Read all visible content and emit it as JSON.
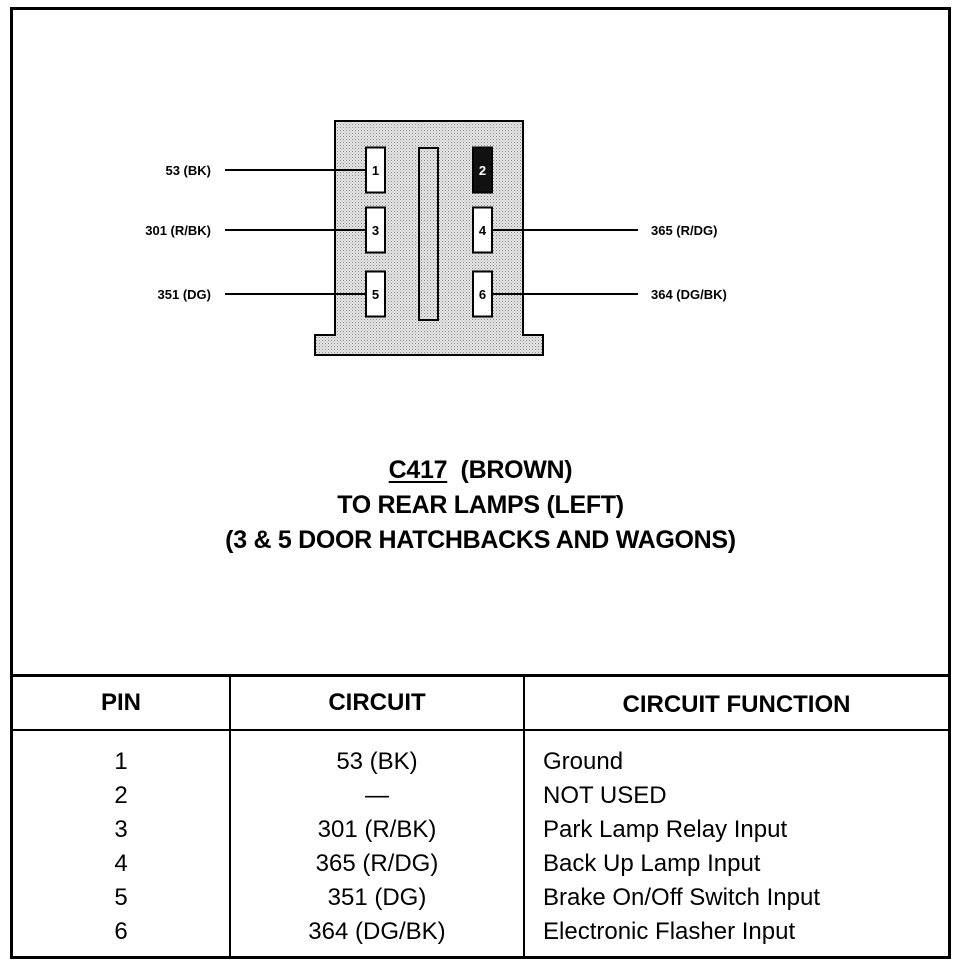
{
  "connector": {
    "id": "C417",
    "color_label": "(BROWN)",
    "destination": "TO REAR LAMPS (LEFT)",
    "application": "(3 & 5 DOOR HATCHBACKS AND WAGONS)",
    "pins": [
      {
        "number": "1",
        "wire_label": "53 (BK)",
        "side": "left",
        "used": true
      },
      {
        "number": "2",
        "wire_label": "",
        "side": "right",
        "used": false
      },
      {
        "number": "3",
        "wire_label": "301 (R/BK)",
        "side": "left",
        "used": true
      },
      {
        "number": "4",
        "wire_label": "365 (R/DG)",
        "side": "right",
        "used": true
      },
      {
        "number": "5",
        "wire_label": "351 (DG)",
        "side": "left",
        "used": true
      },
      {
        "number": "6",
        "wire_label": "364 (DG/BK)",
        "side": "right",
        "used": true
      }
    ]
  },
  "table": {
    "headers": {
      "pin": "PIN",
      "circuit": "CIRCUIT",
      "function": "CIRCUIT FUNCTION"
    },
    "rows": [
      {
        "pin": "1",
        "circuit": "53 (BK)",
        "function": "Ground"
      },
      {
        "pin": "2",
        "circuit": "—",
        "function": "NOT USED"
      },
      {
        "pin": "3",
        "circuit": "301 (R/BK)",
        "function": "Park Lamp Relay Input"
      },
      {
        "pin": "4",
        "circuit": "365 (R/DG)",
        "function": "Back Up Lamp Input"
      },
      {
        "pin": "5",
        "circuit": "351 (DG)",
        "function": "Brake On/Off Switch Input"
      },
      {
        "pin": "6",
        "circuit": "364 (DG/BK)",
        "function": "Electronic Flasher Input"
      }
    ]
  }
}
